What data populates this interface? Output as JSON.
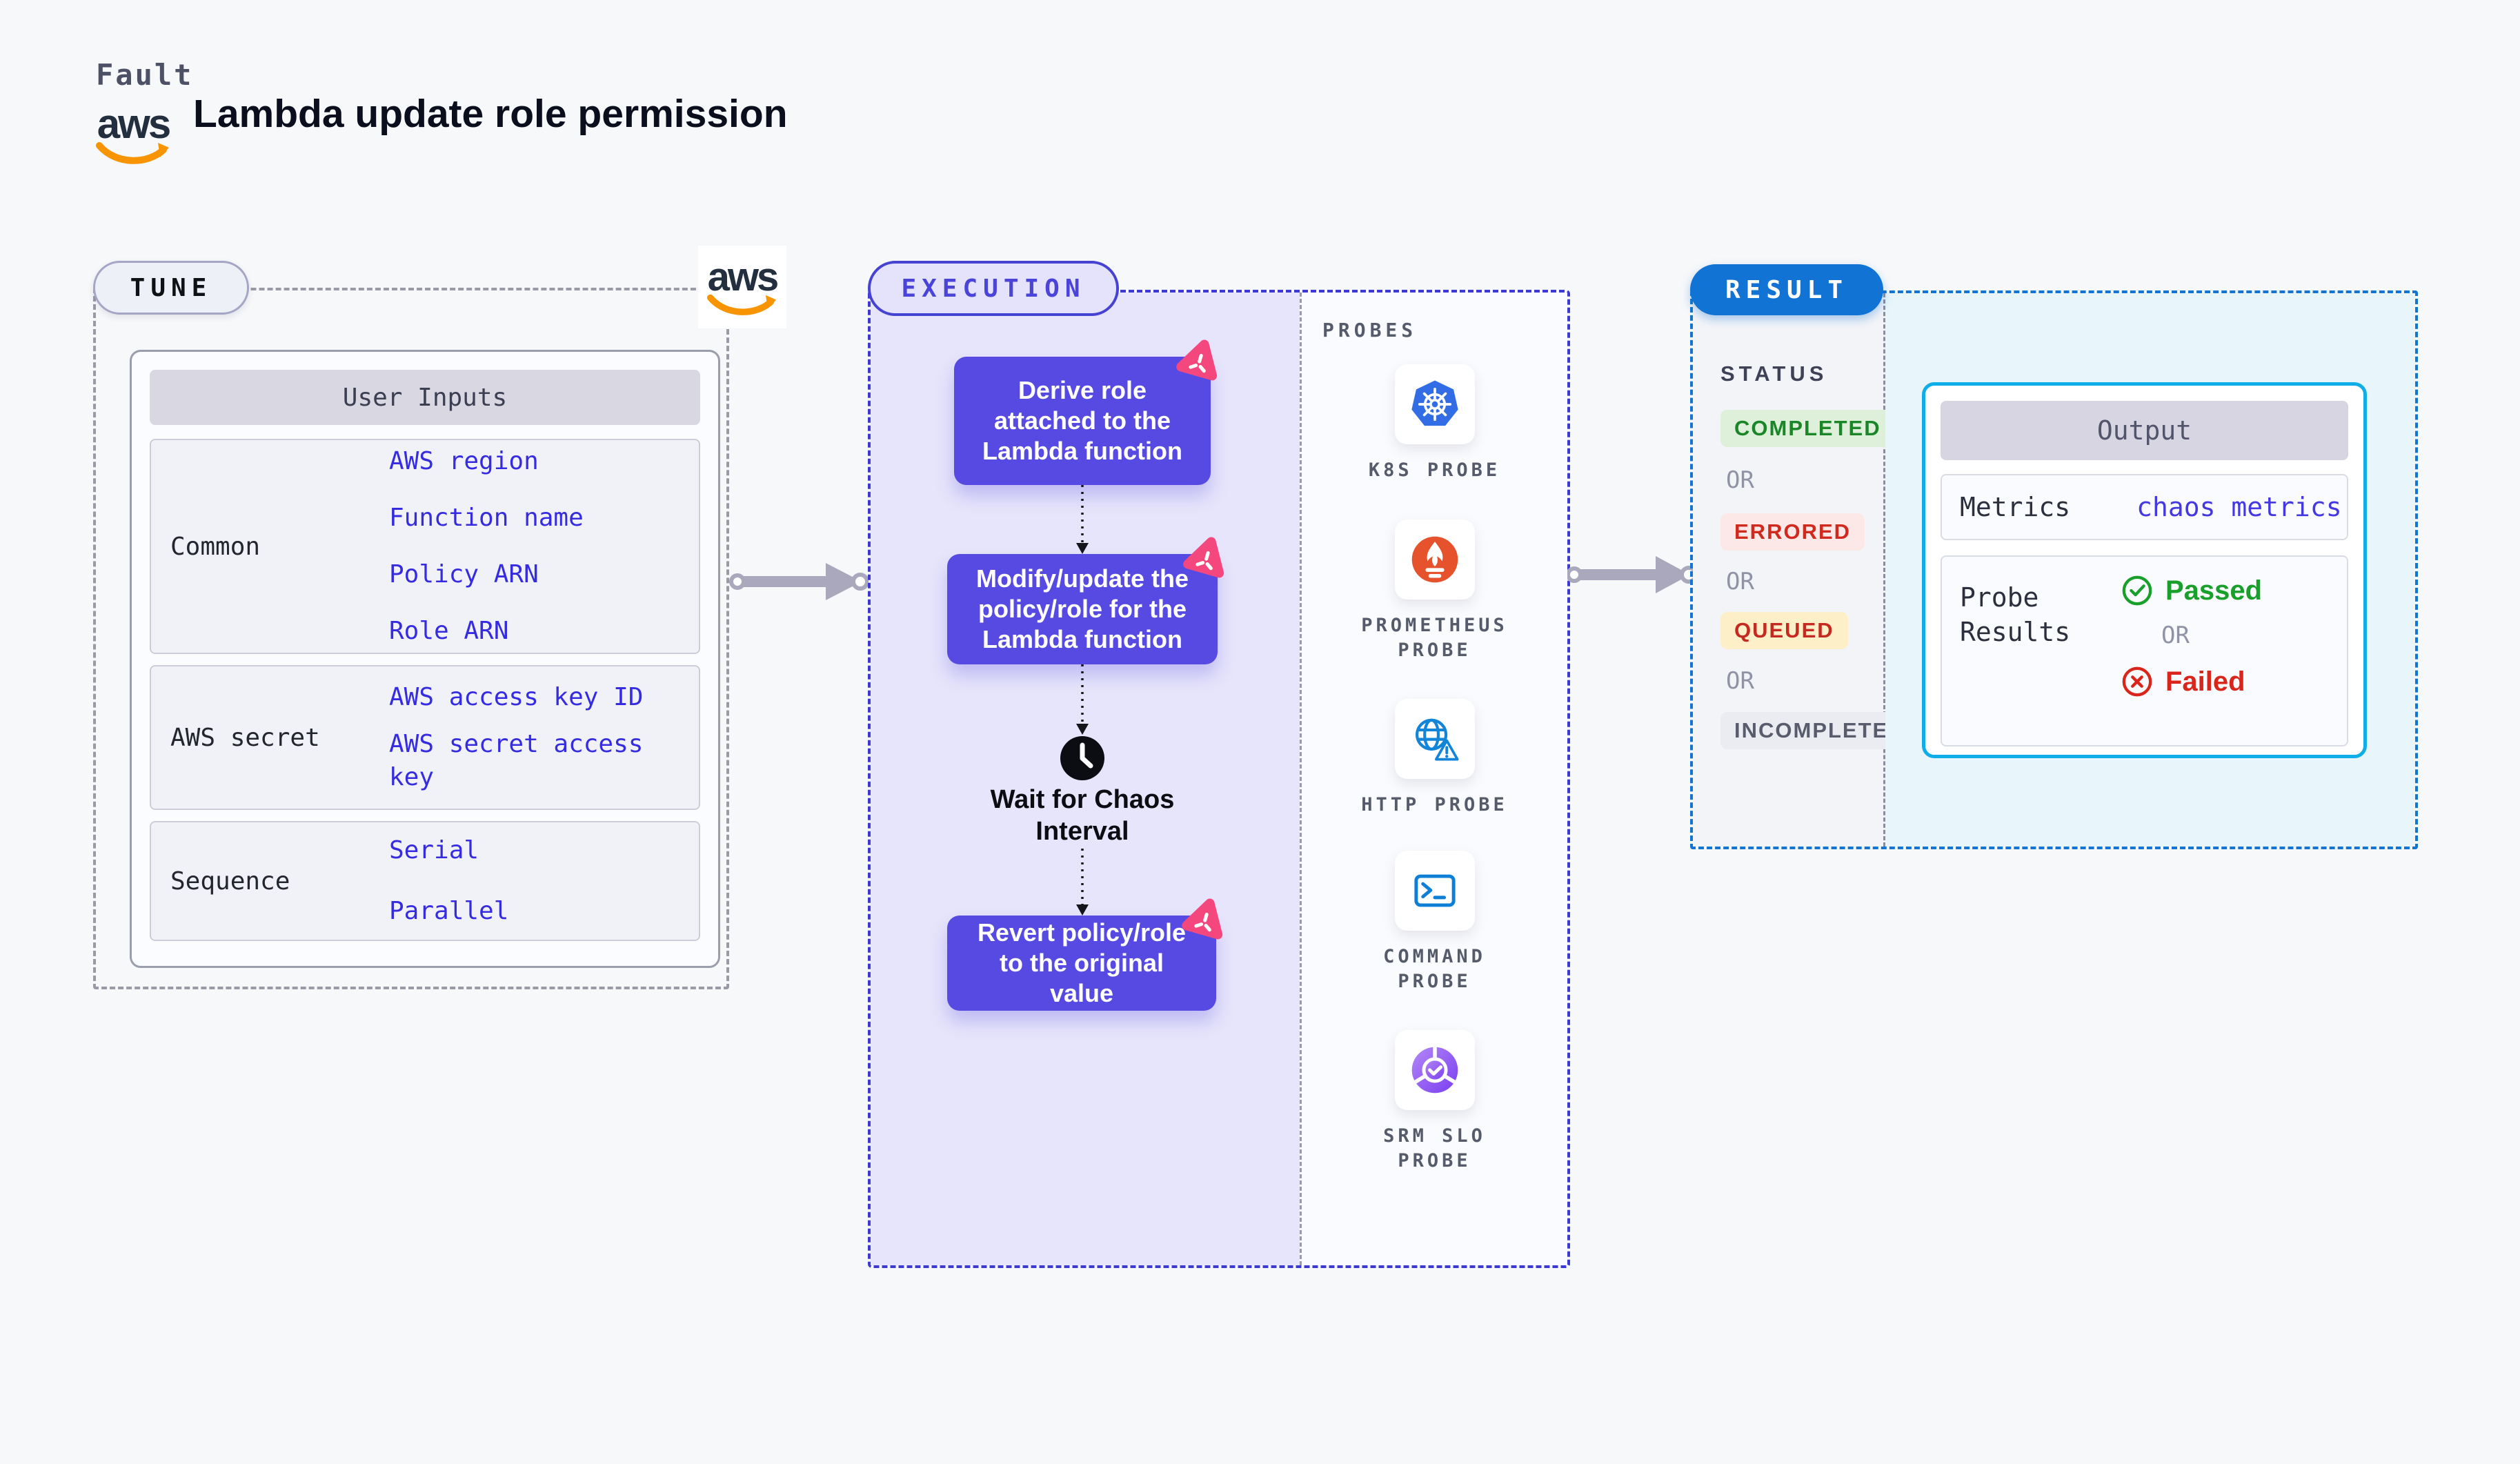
{
  "header": {
    "eyebrow": "Fault",
    "title": "Lambda update role permission",
    "aws_logo_text": "aws"
  },
  "tune": {
    "badge": "TUNE",
    "table": {
      "header": "User Inputs",
      "rows": [
        {
          "label": "Common",
          "links": [
            "AWS region",
            "Function name",
            "Policy ARN",
            "Role ARN"
          ]
        },
        {
          "label": "AWS secret",
          "links": [
            "AWS access key ID",
            "AWS secret access key"
          ]
        },
        {
          "label": "Sequence",
          "links": [
            "Serial",
            "Parallel"
          ]
        }
      ]
    }
  },
  "execution": {
    "badge": "EXECUTION",
    "steps": [
      "Derive role attached to the Lambda function",
      "Modify/update the policy/role for the Lambda function",
      "Wait for Chaos Interval",
      "Revert policy/role to the original value"
    ],
    "probes": {
      "label": "PROBES",
      "items": [
        {
          "name": "K8S PROBE",
          "icon": "kubernetes-icon"
        },
        {
          "name": "PROMETHEUS PROBE",
          "icon": "prometheus-icon"
        },
        {
          "name": "HTTP PROBE",
          "icon": "http-globe-icon"
        },
        {
          "name": "COMMAND PROBE",
          "icon": "terminal-icon"
        },
        {
          "name": "SRM SLO PROBE",
          "icon": "srm-slo-icon"
        }
      ]
    }
  },
  "result": {
    "badge": "RESULT",
    "status": {
      "label": "STATUS",
      "badges": [
        "COMPLETED",
        "ERRORED",
        "QUEUED",
        "INCOMPLETED"
      ],
      "or_label": "OR"
    },
    "output": {
      "header": "Output",
      "metrics_label": "Metrics",
      "metrics_value": "chaos metrics",
      "probe_results_label": "Probe Results",
      "passed_label": "Passed",
      "or_label": "OR",
      "failed_label": "Failed"
    }
  },
  "colors": {
    "page_bg": "#f7f8fa",
    "accent_indigo": "#564ae2",
    "execution_border": "#3d3ad4",
    "execution_fill": "#e7e5fb",
    "result_blue": "#1173d4",
    "result_fill": "#e8f6fb",
    "output_border": "#0faee9",
    "link_blue": "#352ce2",
    "aws_orange": "#f79400",
    "chaos_pink": "#f4477e",
    "passed_green": "#18a02b",
    "failed_red": "#da251b",
    "completed_green": "#1b8628",
    "errored_red": "#d02a1e",
    "queued_red": "#c42a20",
    "incompleted_gray": "#585c6d",
    "k8s_blue": "#326de6",
    "prometheus_orange": "#e6522c",
    "http_blue": "#1285d8",
    "command_blue": "#0e7fd6",
    "srm_purple": "#7a3df0"
  }
}
